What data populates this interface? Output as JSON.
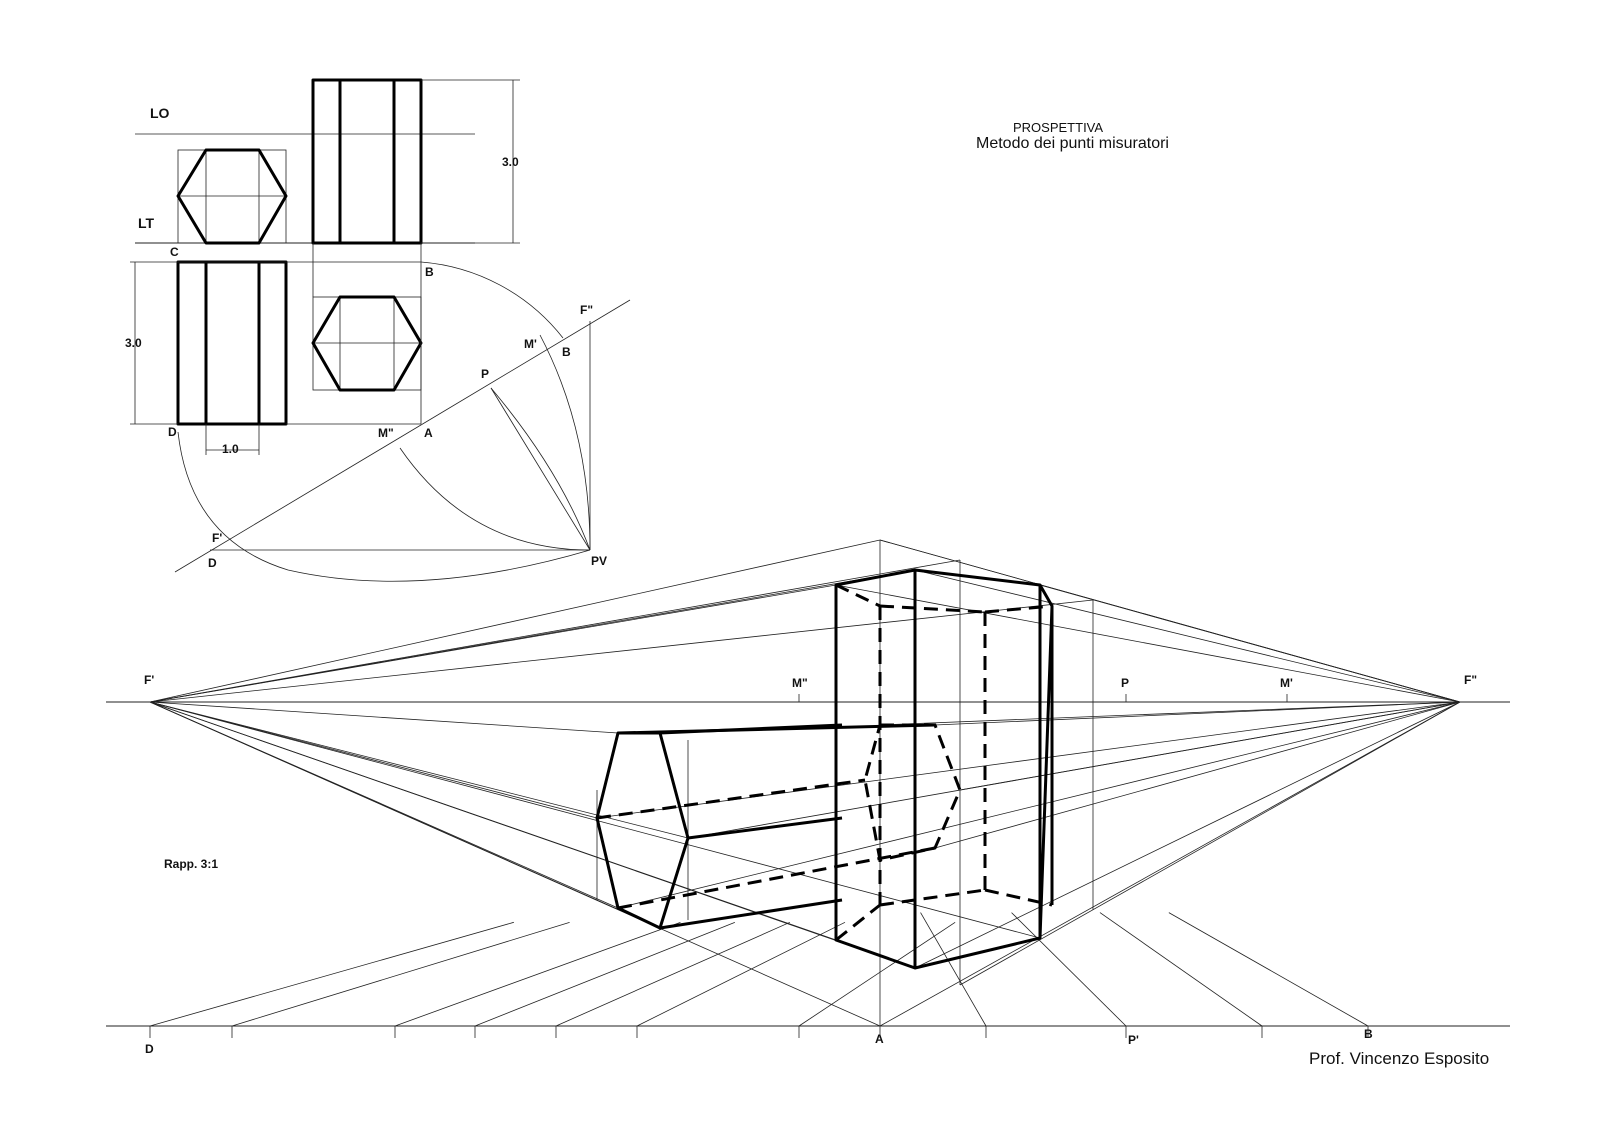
{
  "title": {
    "line1": "PROSPETTIVA",
    "line2": "Metodo dei punti misuratori"
  },
  "scale_note": "Rapp. 3:1",
  "author": "Prof. Vincenzo Esposito",
  "orthographic_labels": {
    "lo": "LO",
    "lt": "LT",
    "c": "C",
    "b_top": "B",
    "d_left": "D",
    "dim_height_right": "3.0",
    "dim_height_left": "3.0",
    "dim_width": "1.0",
    "m_double": "M\"",
    "a": "A",
    "p": "P",
    "m_single": "M'",
    "b_line": "B",
    "f_double": "F\"",
    "f_single": "F'",
    "d_bottom": "D",
    "pv": "PV"
  },
  "perspective_labels": {
    "f_left": "F'",
    "f_right": "F\"",
    "m_double": "M\"",
    "p": "P",
    "m_single": "M'",
    "d": "D",
    "a": "A",
    "p_base": "P'",
    "b": "B"
  },
  "colors": {
    "line": "#222222",
    "edge": "#000000",
    "background": "#ffffff"
  }
}
